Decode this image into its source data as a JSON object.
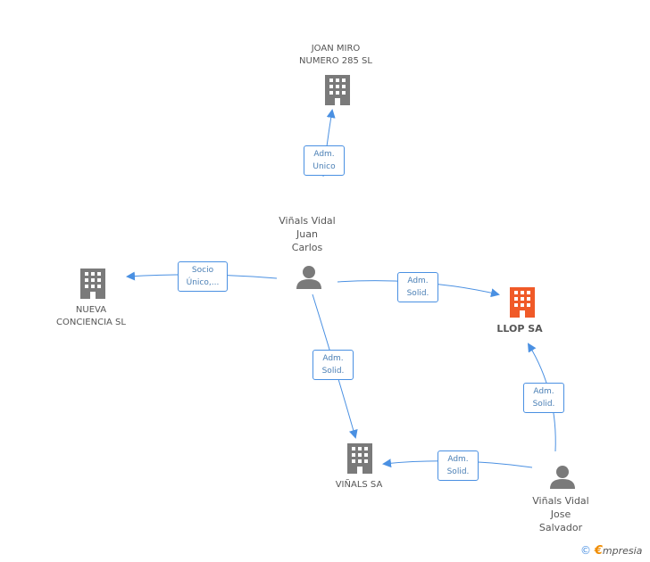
{
  "nodes": {
    "joan_miro": {
      "line1": "JOAN MIRO",
      "line2": "NUMERO 285 SL"
    },
    "nueva_conciencia": {
      "line1": "NUEVA",
      "line2": "CONCIENCIA  SL"
    },
    "llop": {
      "name": "LLOP SA"
    },
    "vinals_sa": {
      "name": "VIÑALS SA"
    },
    "juan_carlos": {
      "line1": "Viñals Vidal",
      "line2": "Juan",
      "line3": "Carlos"
    },
    "jose_salvador": {
      "line1": "Viñals Vidal",
      "line2": "Jose",
      "line3": "Salvador"
    }
  },
  "edges": {
    "adm_unico": {
      "line1": "Adm.",
      "line2": "Unico"
    },
    "socio_unico": {
      "line1": "Socio",
      "line2": "Único,..."
    },
    "adm_solid_llop_jc": {
      "line1": "Adm.",
      "line2": "Solid."
    },
    "adm_solid_vinals_jc": {
      "line1": "Adm.",
      "line2": "Solid."
    },
    "adm_solid_vinals_js": {
      "line1": "Adm.",
      "line2": "Solid."
    },
    "adm_solid_llop_js": {
      "line1": "Adm.",
      "line2": "Solid."
    }
  },
  "footer": {
    "copyright": "©",
    "brand_initial": "€",
    "brand_rest": "mpresia"
  },
  "colors": {
    "edge": "#4a90e2",
    "company": "#7a7a7a",
    "main_company": "#f05a28",
    "person": "#7a7a7a"
  }
}
